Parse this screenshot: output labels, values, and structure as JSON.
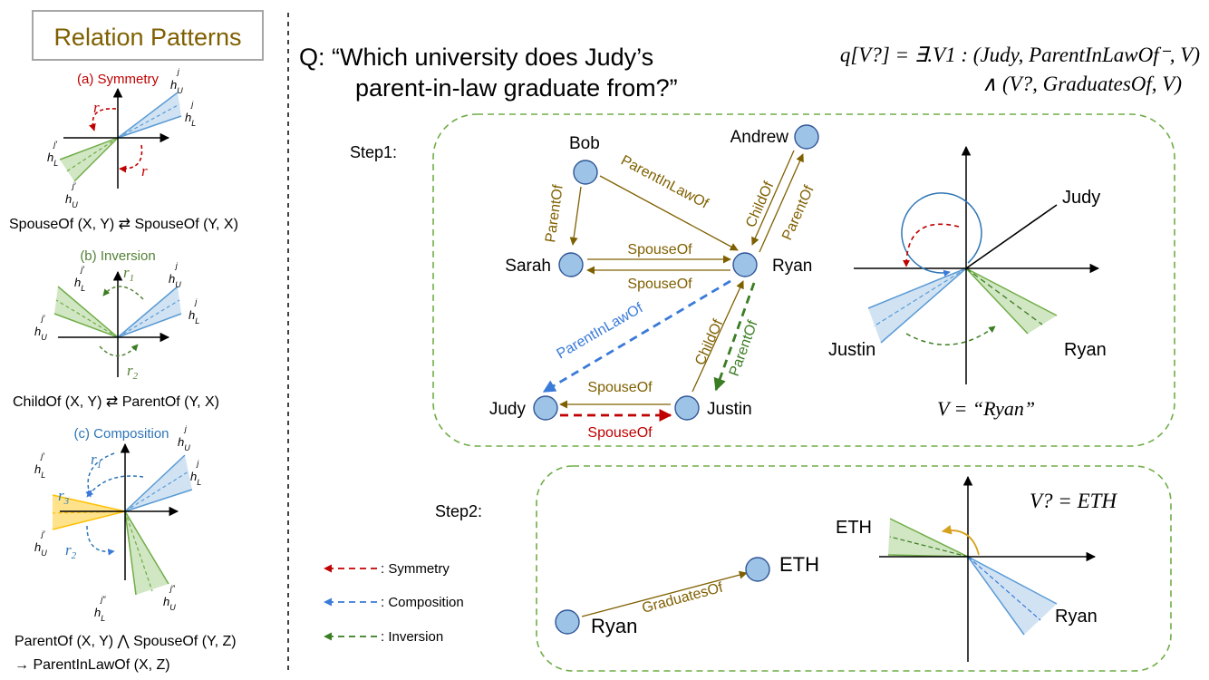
{
  "left_panel": {
    "title": "Relation Patterns",
    "symmetry": {
      "label": "(a) Symmetry",
      "rule": "SpouseOf (X, Y) ⇄ SpouseOf (Y, X)",
      "r": "r",
      "hU": "hU",
      "hL": "hL"
    },
    "inversion": {
      "label": "(b) Inversion",
      "rule": "ChildOf (X, Y) ⇄ ParentOf (Y, X)",
      "r1": "r",
      "r2": "r"
    },
    "composition": {
      "label": "(c) Composition",
      "rule1": "ParentOf (X, Y) ⋀ SpouseOf (Y, Z)",
      "rule2": "→ ParentInLawOf (X, Z)",
      "r1": "r",
      "r2": "r",
      "r3": "r"
    }
  },
  "question": {
    "line1": "Q: “Which university does Judy’s",
    "line2": "parent-in-law graduate from?”"
  },
  "formula": {
    "line1": "q[V?] = ∃.V1 : (Judy, ParentInLawOf⁻, V)",
    "line2": "∧ (V?, GraduatesOf, V)"
  },
  "step1": {
    "label": "Step1:",
    "nodes": [
      "Bob",
      "Andrew",
      "Sarah",
      "Ryan",
      "Judy",
      "Justin"
    ],
    "edges": {
      "bob_sarah": "ParentOf",
      "bob_ryan": "ParentInLawOf",
      "andrew_ryan": "ChildOf",
      "ryan_andrew": "ParentOf",
      "sarah_ryan": "SpouseOf",
      "ryan_sarah": "SpouseOf",
      "ryan_judy": "ParentInLawOf",
      "justin_ryan": "ChildOf",
      "ryan_justin": "ParentOf",
      "justin_judy": "SpouseOf",
      "judy_justin": "SpouseOf"
    },
    "plot_labels": {
      "judy": "Judy",
      "justin": "Justin",
      "ryan": "Ryan"
    },
    "answer": "V = “Ryan”"
  },
  "step2": {
    "label": "Step2:",
    "node_ryan": "Ryan",
    "node_eth": "ETH",
    "edge": "GraduatesOf",
    "plot_labels": {
      "eth": "ETH",
      "ryan": "Ryan"
    },
    "answer": "V? = ETH"
  },
  "legend": [
    {
      "label": ": Symmetry",
      "color": "#c00000"
    },
    {
      "label": ": Composition",
      "color": "#3a7ad8"
    },
    {
      "label": ": Inversion",
      "color": "#3a7d22"
    }
  ],
  "colors": {
    "brown": "#7f6000",
    "node_fill": "#9dc3e6",
    "node_stroke": "#2f5597",
    "red": "#c00000",
    "blue": "#3a7ad8",
    "green": "#3a7d22",
    "green_box": "#70ad47",
    "title_gold": "#7f6000"
  }
}
